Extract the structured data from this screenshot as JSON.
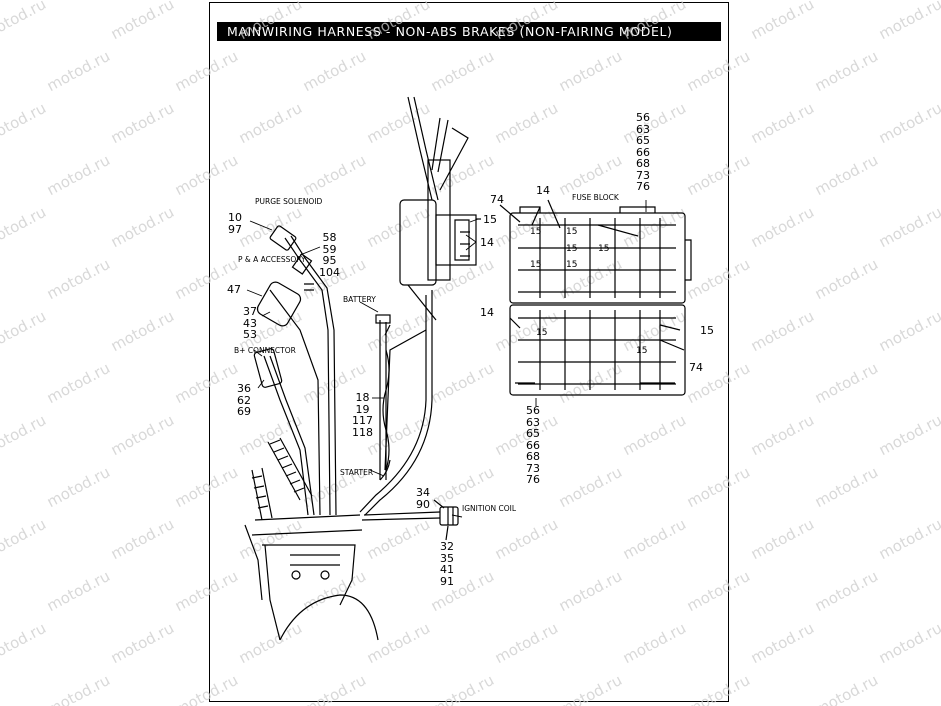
{
  "title": "MAINWIRING HARNESS - NON-ABS BRAKES (NON-FAIRING MODEL)",
  "watermark": "motod.ru",
  "colors": {
    "ink": "#000000",
    "watermark": "#cccccc",
    "background": "#ffffff"
  },
  "labels": {
    "purge_solenoid": "PURGE SOLENOID",
    "pa_accessory": "P & A ACCESSORY",
    "b_plus_connector": "B+ CONNECTOR",
    "battery": "BATTERY",
    "starter": "STARTER",
    "ignition_coil": "IGNITION COIL",
    "fuse_block": "FUSE BLOCK"
  },
  "callouts": {
    "purge": [
      "10",
      "97"
    ],
    "purge_conn": [
      "58",
      "59",
      "95",
      "104"
    ],
    "pa": [
      "47"
    ],
    "pa_conn": [
      "37",
      "43",
      "53"
    ],
    "bplus": [
      "36",
      "62",
      "69"
    ],
    "battery_cable": [
      "18",
      "19",
      "117",
      "118"
    ],
    "ign_top": [
      "34",
      "90"
    ],
    "ign_bottom": [
      "32",
      "35",
      "41",
      "91"
    ],
    "fuse_top": [
      "56",
      "63",
      "65",
      "66",
      "68",
      "73",
      "76"
    ],
    "fuse_bottom": [
      "56",
      "63",
      "65",
      "66",
      "68",
      "73",
      "76"
    ],
    "n74_top": "74",
    "n74_bottom": "74",
    "n14_top": "14",
    "n14_mid": "14",
    "n14_left": "14",
    "n15_top": "15",
    "n15_right": "15",
    "fuse_15": "15"
  }
}
